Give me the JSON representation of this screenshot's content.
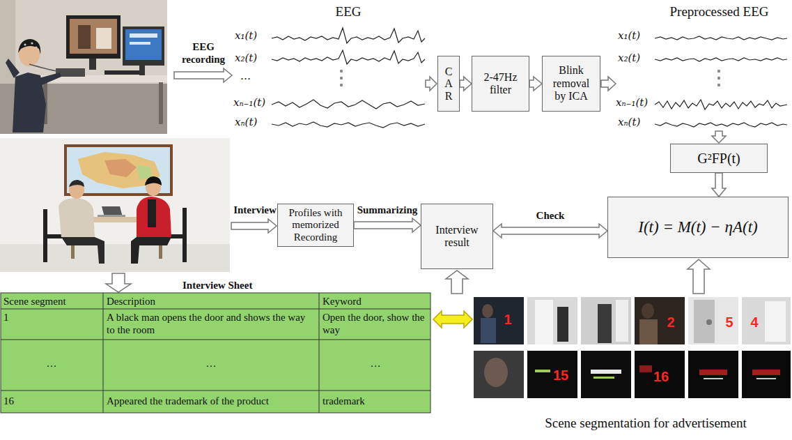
{
  "diagram": {
    "nodes": [
      {
        "text": [
          "CAR"
        ]
      },
      {
        "text": [
          "2-47Hz filter"
        ]
      },
      {
        "text": [
          "Blink removal by ICA"
        ]
      },
      {
        "text": [
          "G²FP(t)"
        ]
      },
      {
        "text": [
          "Profiles with memorized Recording"
        ]
      },
      {
        "text": [
          "Interview result"
        ]
      },
      {
        "text": [
          "I(t) = M(t) − ηA(t)"
        ]
      }
    ],
    "edges": [
      {
        "from": 0,
        "to": 1,
        "arrow": "to"
      },
      {
        "from": 1,
        "to": 2,
        "arrow": "to"
      },
      {
        "from": 3,
        "to": 6,
        "arrow": "to"
      },
      {
        "from": 4,
        "to": 5,
        "label": "Summarizing",
        "arrow": "to"
      },
      {
        "from": 5,
        "to": 6,
        "label": "Check",
        "arrow": "both"
      }
    ],
    "labels": [
      "EEG recording",
      "EEG",
      "x₁(t)",
      "x₂(t)",
      "…",
      "xₙ₋₁(t)",
      "xₙ(t)",
      "Preprocessed EEG",
      "x₁(t)",
      "x₂(t)",
      "xₙ₋₁(t)",
      "xₙ(t)",
      "Interview",
      "Interview Sheet",
      "Scene segment",
      "Description",
      "Keyword",
      "1",
      "A black man opens the door and shows the way to the room",
      "Open the door, show the way",
      "…",
      "…",
      "…",
      "16",
      "Appeared the trademark of the product",
      "trademark",
      "1",
      "2",
      "5",
      "4",
      "15",
      "16",
      "Scene segmentation for advertisement"
    ]
  }
}
